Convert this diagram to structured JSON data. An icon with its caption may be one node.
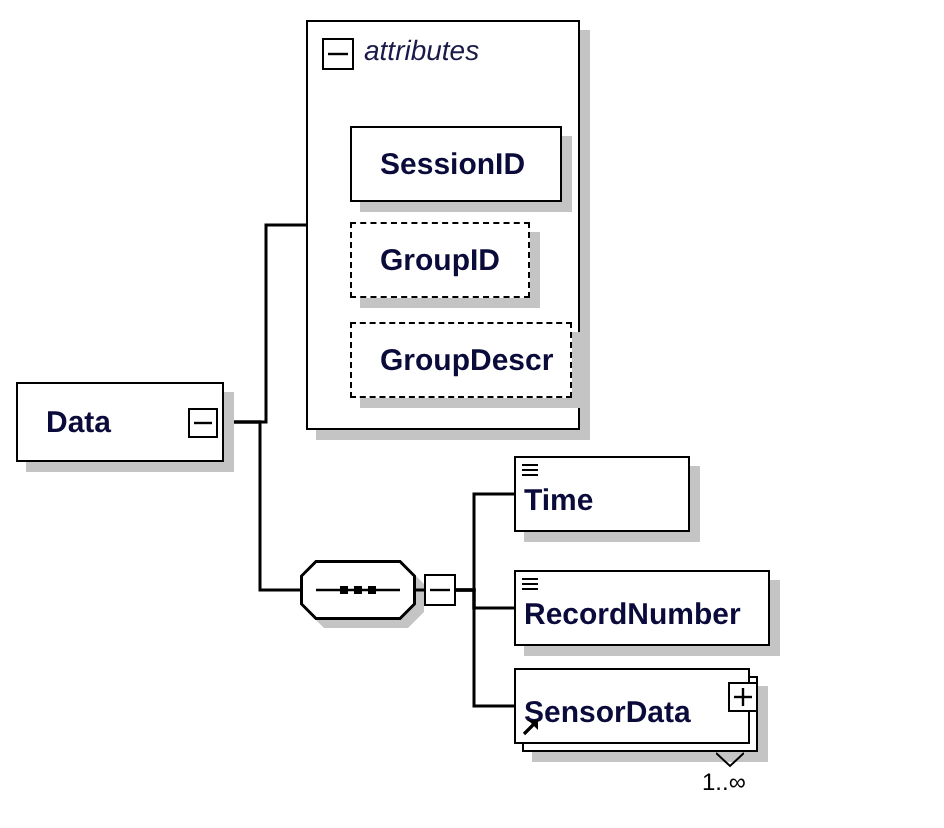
{
  "diagram": {
    "nodes": [
      {
        "text": [
          "Data"
        ]
      },
      {
        "text": [
          "attributes"
        ]
      },
      {
        "text": [
          "SessionID"
        ],
        "in": 1
      },
      {
        "text": [
          "GroupID"
        ],
        "in": 1
      },
      {
        "text": [
          "GroupDescr"
        ],
        "in": 1
      },
      {
        "text": [],
        "shape": "octagon"
      },
      {
        "text": [
          "Time"
        ]
      },
      {
        "text": [
          "RecordNumber"
        ]
      },
      {
        "text": [
          "SensorData"
        ],
        "beside": [
          "1..∞"
        ]
      }
    ],
    "edges": [
      {
        "from": 0,
        "to": 1,
        "arrow": "none"
      },
      {
        "from": 0,
        "to": 5,
        "arrow": "none"
      },
      {
        "from": 5,
        "to": 6,
        "arrow": "none"
      },
      {
        "from": 5,
        "to": 7,
        "arrow": "none"
      },
      {
        "from": 5,
        "to": 8,
        "arrow": "none"
      }
    ]
  }
}
